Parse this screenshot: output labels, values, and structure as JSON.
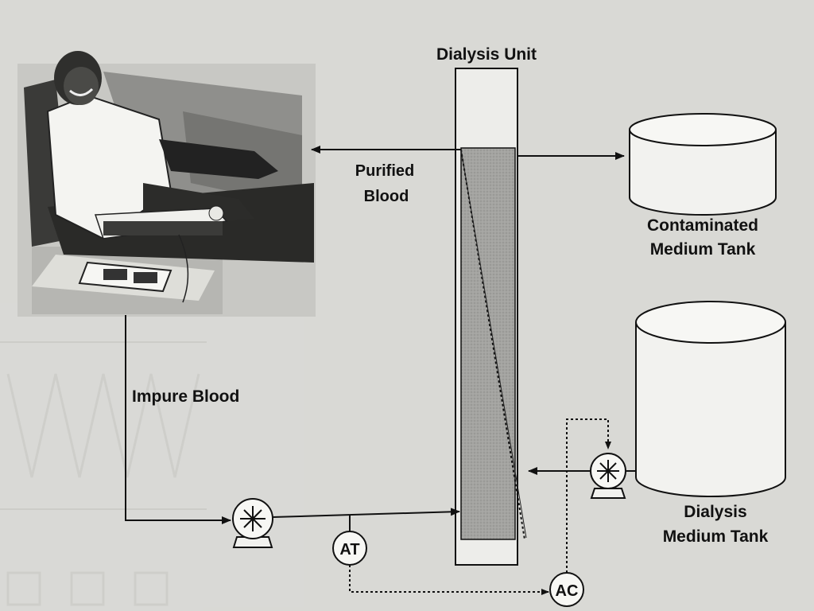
{
  "labels": {
    "dialysis_unit": "Dialysis Unit",
    "purified_blood_line1": "Purified",
    "purified_blood_line2": "Blood",
    "impure_blood": "Impure Blood",
    "contaminated_tank_line1": "Contaminated",
    "contaminated_tank_line2": "Medium Tank",
    "dialysis_tank_line1": "Dialysis",
    "dialysis_tank_line2": "Medium Tank",
    "analyzer_transmitter": "AT",
    "analyzer_controller": "AC"
  },
  "colors": {
    "paper": "#d9d9d6",
    "line": "#111111",
    "unit_fill": "#9d9d9a",
    "tank_fill": "#f2f2ef"
  }
}
